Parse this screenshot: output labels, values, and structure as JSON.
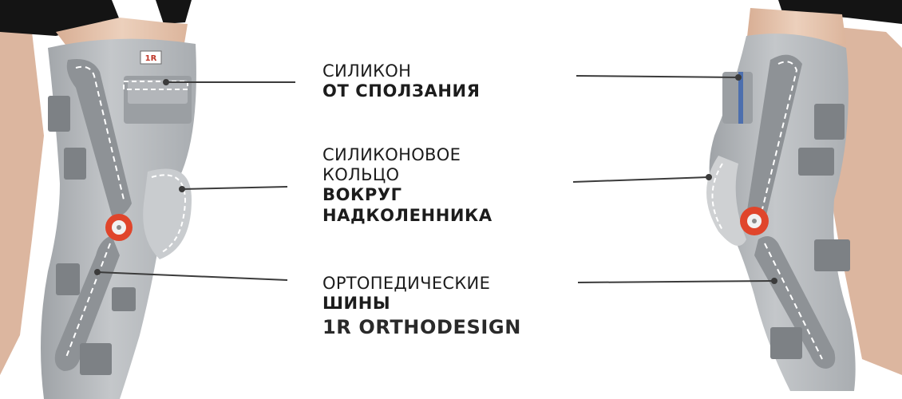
{
  "brand_logo_text": "1R",
  "labels": [
    {
      "lines_regular": [
        "СИЛИКОН"
      ],
      "lines_bold": [
        "ОТ СПОЛЗАНИЯ"
      ],
      "brand": ""
    },
    {
      "lines_regular": [
        "СИЛИКОНОВОЕ",
        "КОЛЬЦО"
      ],
      "lines_bold": [
        "ВОКРУГ",
        "НАДКОЛЕННИКА"
      ],
      "brand": ""
    },
    {
      "lines_regular": [
        "ОРТОПЕДИЧЕСКИЕ"
      ],
      "lines_bold": [
        "ШИНЫ"
      ],
      "brand": "1R ORTHODESIGN"
    }
  ],
  "colors": {
    "brace": "#b9bcbf",
    "brace_dark": "#8f9296",
    "brace_light": "#cfd1d3",
    "skin": "#e7c7b0",
    "skin_shadow": "#d9b29a",
    "hinge": "#e0452b",
    "text": "#1c1c1c",
    "leader": "#3b3b3b",
    "stitch": "#ffffff",
    "shorts": "#121212"
  }
}
